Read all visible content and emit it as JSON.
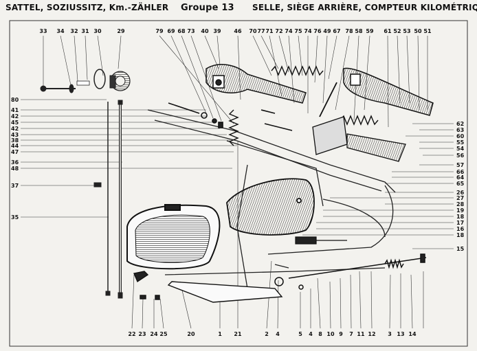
{
  "header": {
    "left": "SATTEL, SOZIUSSITZ, Km.-ZÄHLER",
    "center": "Groupe 13",
    "right": "SELLE, SIÈGE ARRIÈRE, COMPTEUR KILOMÉTRIQUE"
  },
  "top_labels": [
    "33",
    "34",
    "32",
    "31",
    "30",
    "29",
    "79",
    "69",
    "68",
    "73",
    "40",
    "39",
    "46",
    "70",
    "77",
    "71",
    "72",
    "74",
    "75",
    "74",
    "76",
    "49",
    "67",
    "78",
    "58",
    "59",
    "61",
    "52",
    "53",
    "50",
    "51"
  ],
  "left_labels": [
    "80",
    "41",
    "42",
    "45",
    "42",
    "43",
    "38",
    "44",
    "47",
    "36",
    "48",
    "37",
    "35"
  ],
  "right_labels": [
    "62",
    "63",
    "60",
    "55",
    "54",
    "56",
    "57",
    "66",
    "64",
    "65",
    "26",
    "27",
    "28",
    "19",
    "18",
    "17",
    "16",
    "18",
    "15"
  ],
  "bottom_labels": [
    "22",
    "23",
    "24",
    "25",
    "20",
    "1",
    "21",
    "2",
    "4",
    "5",
    "4",
    "8",
    "10",
    "9",
    "7",
    "11",
    "12",
    "3",
    "13",
    "14"
  ]
}
